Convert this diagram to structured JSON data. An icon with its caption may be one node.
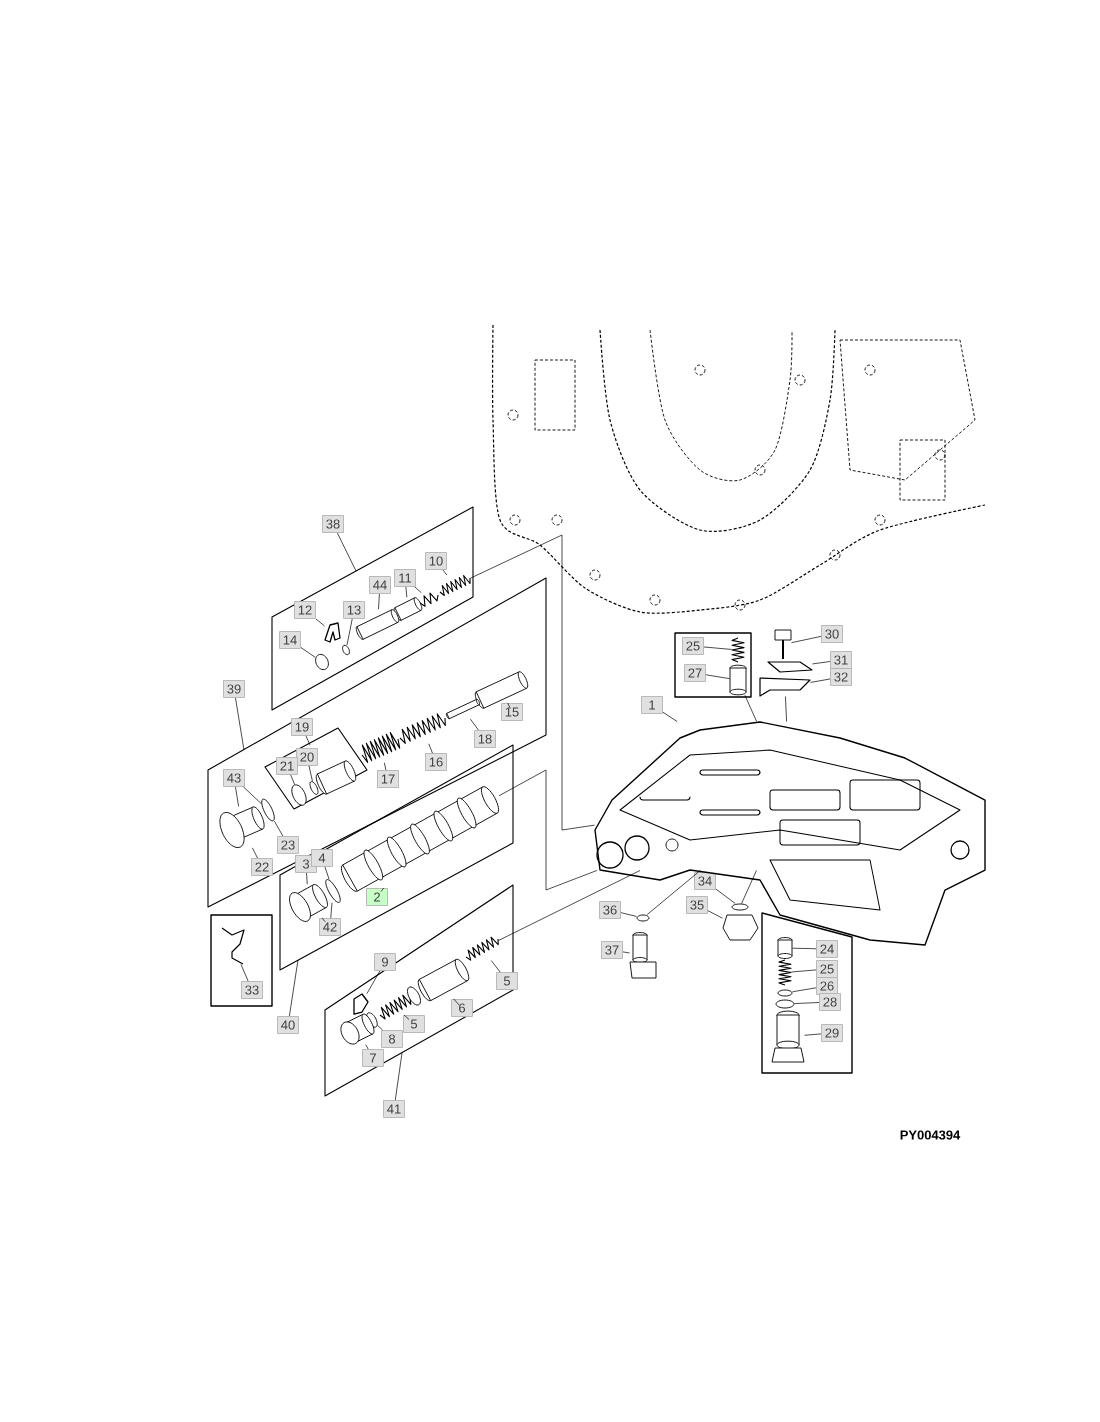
{
  "diagram": {
    "nodes": [
      {
        "text": [],
        "shape": "box"
      },
      {
        "text": [],
        "shape": "box"
      },
      {
        "text": [],
        "shape": "box",
        "in": 1
      },
      {
        "text": [],
        "shape": "box"
      },
      {
        "text": [],
        "shape": "box"
      },
      {
        "text": [],
        "shape": "box"
      },
      {
        "text": [],
        "shape": "box"
      },
      {
        "text": [],
        "shape": "box"
      },
      {
        "text": [
          "38"
        ]
      },
      {
        "text": [
          "10"
        ],
        "in": 0
      },
      {
        "text": [
          "11"
        ],
        "in": 0
      },
      {
        "text": [
          "44"
        ],
        "in": 0
      },
      {
        "text": [
          "12"
        ],
        "in": 0
      },
      {
        "text": [
          "13"
        ],
        "in": 0
      },
      {
        "text": [
          "14"
        ],
        "in": 0
      },
      {
        "text": [
          "39"
        ]
      },
      {
        "text": [
          "15"
        ],
        "in": 1
      },
      {
        "text": [
          "18"
        ],
        "in": 1
      },
      {
        "text": [
          "19"
        ],
        "in": 1
      },
      {
        "text": [
          "20"
        ],
        "in": 2
      },
      {
        "text": [
          "16"
        ],
        "in": 1
      },
      {
        "text": [
          "21"
        ],
        "in": 2
      },
      {
        "text": [
          "43"
        ],
        "in": 1
      },
      {
        "text": [
          "17"
        ],
        "in": 1
      },
      {
        "text": [
          "22"
        ],
        "in": 1
      },
      {
        "text": [
          "23"
        ],
        "in": 1
      },
      {
        "text": [
          "3"
        ],
        "in": 3
      },
      {
        "text": [
          "4"
        ],
        "in": 3
      },
      {
        "text": [
          "2"
        ],
        "in": 3
      },
      {
        "text": [
          "42"
        ],
        "in": 3
      },
      {
        "text": [
          "33"
        ],
        "in": 5
      },
      {
        "text": [
          "40"
        ]
      },
      {
        "text": [
          "9"
        ]
      },
      {
        "text": [
          "5"
        ],
        "in": 4
      },
      {
        "text": [
          "5"
        ],
        "in": 4
      },
      {
        "text": [
          "6"
        ],
        "in": 4
      },
      {
        "text": [
          "8"
        ],
        "in": 4
      },
      {
        "text": [
          "7"
        ],
        "in": 4
      },
      {
        "text": [
          "41"
        ]
      },
      {
        "text": [
          "25"
        ],
        "in": 6
      },
      {
        "text": [
          "27"
        ],
        "in": 6
      },
      {
        "text": [
          "30"
        ]
      },
      {
        "text": [
          "31"
        ]
      },
      {
        "text": [
          "32"
        ]
      },
      {
        "text": [
          "1"
        ]
      },
      {
        "text": [
          "34"
        ]
      },
      {
        "text": [
          "35"
        ]
      },
      {
        "text": [
          "36"
        ]
      },
      {
        "text": [
          "37"
        ]
      },
      {
        "text": [
          "24"
        ],
        "in": 7
      },
      {
        "text": [
          "25"
        ],
        "in": 7
      },
      {
        "text": [
          "26"
        ],
        "in": 7
      },
      {
        "text": [
          "28"
        ],
        "in": 7
      },
      {
        "text": [
          "29"
        ],
        "in": 7
      },
      {
        "text": [],
        "shape": "picture",
        "in": 0
      },
      {
        "text": [],
        "shape": "picture",
        "in": 0
      },
      {
        "text": [],
        "shape": "picture",
        "in": 0
      },
      {
        "text": [],
        "shape": "picture",
        "in": 0
      },
      {
        "text": [],
        "shape": "picture",
        "in": 0
      },
      {
        "text": [],
        "shape": "circle",
        "in": 0
      },
      {
        "text": [],
        "shape": "circle",
        "in": 0
      },
      {
        "text": [],
        "shape": "picture",
        "in": 1
      },
      {
        "text": [],
        "shape": "picture",
        "in": 1
      },
      {
        "text": [],
        "shape": "picture",
        "in": 1
      },
      {
        "text": [],
        "shape": "picture",
        "in": 1
      },
      {
        "text": [],
        "shape": "picture",
        "in": 2
      },
      {
        "text": [],
        "shape": "picture",
        "in": 2
      },
      {
        "text": [],
        "shape": "picture",
        "in": 1
      },
      {
        "text": [],
        "shape": "picture",
        "in": 1
      },
      {
        "text": [],
        "shape": "picture",
        "in": 3
      },
      {
        "text": [],
        "shape": "picture",
        "in": 3
      },
      {
        "text": [],
        "shape": "picture",
        "in": 3
      },
      {
        "text": [],
        "shape": "picture",
        "in": 5
      },
      {
        "text": [],
        "shape": "picture",
        "in": 4
      },
      {
        "text": [],
        "shape": "picture",
        "in": 4
      },
      {
        "text": [],
        "shape": "picture",
        "in": 4
      },
      {
        "text": [],
        "shape": "picture",
        "in": 4
      },
      {
        "text": [],
        "shape": "picture",
        "in": 4
      },
      {
        "text": [],
        "shape": "picture",
        "in": 4
      },
      {
        "text": [],
        "shape": "picture",
        "in": 6
      },
      {
        "text": [],
        "shape": "cylinder",
        "in": 6
      },
      {
        "text": [],
        "shape": "picture"
      },
      {
        "text": [],
        "shape": "picture"
      },
      {
        "text": [],
        "shape": "picture"
      },
      {
        "text": [],
        "shape": "picture"
      },
      {
        "text": [],
        "shape": "circle"
      },
      {
        "text": [],
        "shape": "hexagon"
      },
      {
        "text": [],
        "shape": "circle"
      },
      {
        "text": [],
        "shape": "picture"
      },
      {
        "text": [],
        "shape": "cylinder",
        "in": 7
      },
      {
        "text": [],
        "shape": "picture",
        "in": 7
      },
      {
        "text": [],
        "shape": "circle",
        "in": 7
      },
      {
        "text": [],
        "shape": "circle",
        "in": 7
      },
      {
        "text": [],
        "shape": "picture",
        "in": 7
      },
      {
        "text": [],
        "shape": "cylinder",
        "in": 2
      }
    ],
    "edges": [
      {
        "from": 8,
        "to": 0,
        "arrow": "none"
      },
      {
        "from": 9,
        "to": 54,
        "arrow": "none"
      },
      {
        "from": 10,
        "to": 56,
        "arrow": "none"
      },
      {
        "from": 10,
        "to": 55,
        "arrow": "none"
      },
      {
        "from": 11,
        "to": 57,
        "arrow": "none"
      },
      {
        "from": 12,
        "to": 58,
        "arrow": "none"
      },
      {
        "from": 13,
        "to": 59,
        "arrow": "none"
      },
      {
        "from": 14,
        "to": 60,
        "arrow": "none"
      },
      {
        "from": 15,
        "to": 1,
        "arrow": "none"
      },
      {
        "from": 16,
        "to": 61,
        "arrow": "none"
      },
      {
        "from": 17,
        "to": 62,
        "arrow": "none"
      },
      {
        "from": 18,
        "to": 2,
        "arrow": "none"
      },
      {
        "from": 19,
        "to": 66,
        "arrow": "none"
      },
      {
        "from": 20,
        "to": 63,
        "arrow": "none"
      },
      {
        "from": 21,
        "to": 65,
        "arrow": "none"
      },
      {
        "from": 22,
        "to": 67,
        "arrow": "none"
      },
      {
        "from": 22,
        "to": 68,
        "arrow": "none"
      },
      {
        "from": 23,
        "to": 64,
        "arrow": "none"
      },
      {
        "from": 24,
        "to": 67,
        "arrow": "none"
      },
      {
        "from": 25,
        "to": 68,
        "arrow": "none"
      },
      {
        "from": 26,
        "to": 69,
        "arrow": "none"
      },
      {
        "from": 27,
        "to": 70,
        "arrow": "none"
      },
      {
        "from": 28,
        "to": 71,
        "arrow": "none"
      },
      {
        "from": 29,
        "to": 69,
        "arrow": "none"
      },
      {
        "from": 29,
        "to": 70,
        "arrow": "none"
      },
      {
        "from": 30,
        "to": 72,
        "arrow": "none"
      },
      {
        "from": 31,
        "to": 3,
        "arrow": "none"
      },
      {
        "from": 32,
        "to": 73,
        "arrow": "none"
      },
      {
        "from": 33,
        "to": 74,
        "arrow": "none"
      },
      {
        "from": 34,
        "to": 75,
        "arrow": "none"
      },
      {
        "from": 35,
        "to": 76,
        "arrow": "none"
      },
      {
        "from": 36,
        "to": 77,
        "arrow": "none"
      },
      {
        "from": 37,
        "to": 78,
        "arrow": "none"
      },
      {
        "from": 38,
        "to": 4,
        "arrow": "none"
      },
      {
        "from": 39,
        "to": 79,
        "arrow": "none"
      },
      {
        "from": 40,
        "to": 80,
        "arrow": "none"
      },
      {
        "from": 41,
        "to": 81,
        "arrow": "none"
      },
      {
        "from": 42,
        "to": 82,
        "arrow": "none"
      },
      {
        "from": 43,
        "to": 83,
        "arrow": "none"
      },
      {
        "from": 44,
        "to": 84,
        "arrow": "none"
      },
      {
        "from": 45,
        "to": 85,
        "arrow": "none"
      },
      {
        "from": 46,
        "to": 86,
        "arrow": "none"
      },
      {
        "from": 47,
        "to": 87,
        "arrow": "none"
      },
      {
        "from": 48,
        "to": 88,
        "arrow": "none"
      },
      {
        "from": 49,
        "to": 89,
        "arrow": "none"
      },
      {
        "from": 50,
        "to": 90,
        "arrow": "none"
      },
      {
        "from": 51,
        "to": 91,
        "arrow": "none"
      },
      {
        "from": 52,
        "to": 92,
        "arrow": "none"
      },
      {
        "from": 53,
        "to": 93,
        "arrow": "none"
      },
      {
        "from": 54,
        "to": 84,
        "arrow": "none"
      },
      {
        "from": 71,
        "to": 84,
        "arrow": "none"
      },
      {
        "from": 74,
        "to": 84,
        "arrow": "none"
      },
      {
        "from": 80,
        "to": 84,
        "arrow": "none"
      },
      {
        "from": 83,
        "to": 84,
        "arrow": "none"
      },
      {
        "from": 85,
        "to": 84,
        "arrow": "none"
      },
      {
        "from": 87,
        "to": 84,
        "arrow": "none"
      }
    ],
    "labels": [
      "PY004394"
    ]
  }
}
